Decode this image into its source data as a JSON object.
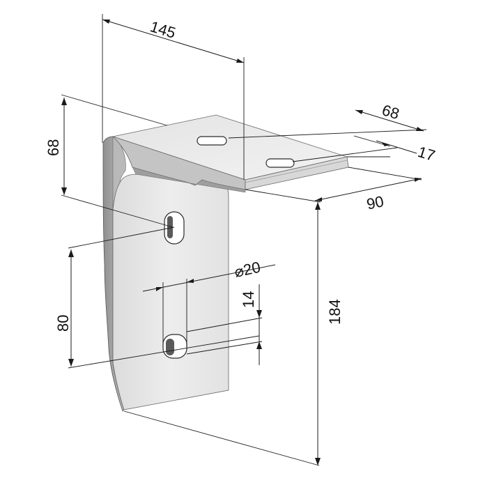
{
  "colors": {
    "background": "#ffffff",
    "metal_light": "#ececec",
    "metal_mid": "#cfcfcf",
    "metal_dark": "#a8a8a8",
    "line": "#1a1a1a"
  },
  "dimensions": {
    "top_width": "145",
    "top_depth_68": "68",
    "top_offset_17": "17",
    "top_depth_90": "90",
    "left_height_68": "68",
    "hole_diameter": "⌀20",
    "slot_length": "14",
    "hole_spacing": "80",
    "total_height": "184"
  }
}
